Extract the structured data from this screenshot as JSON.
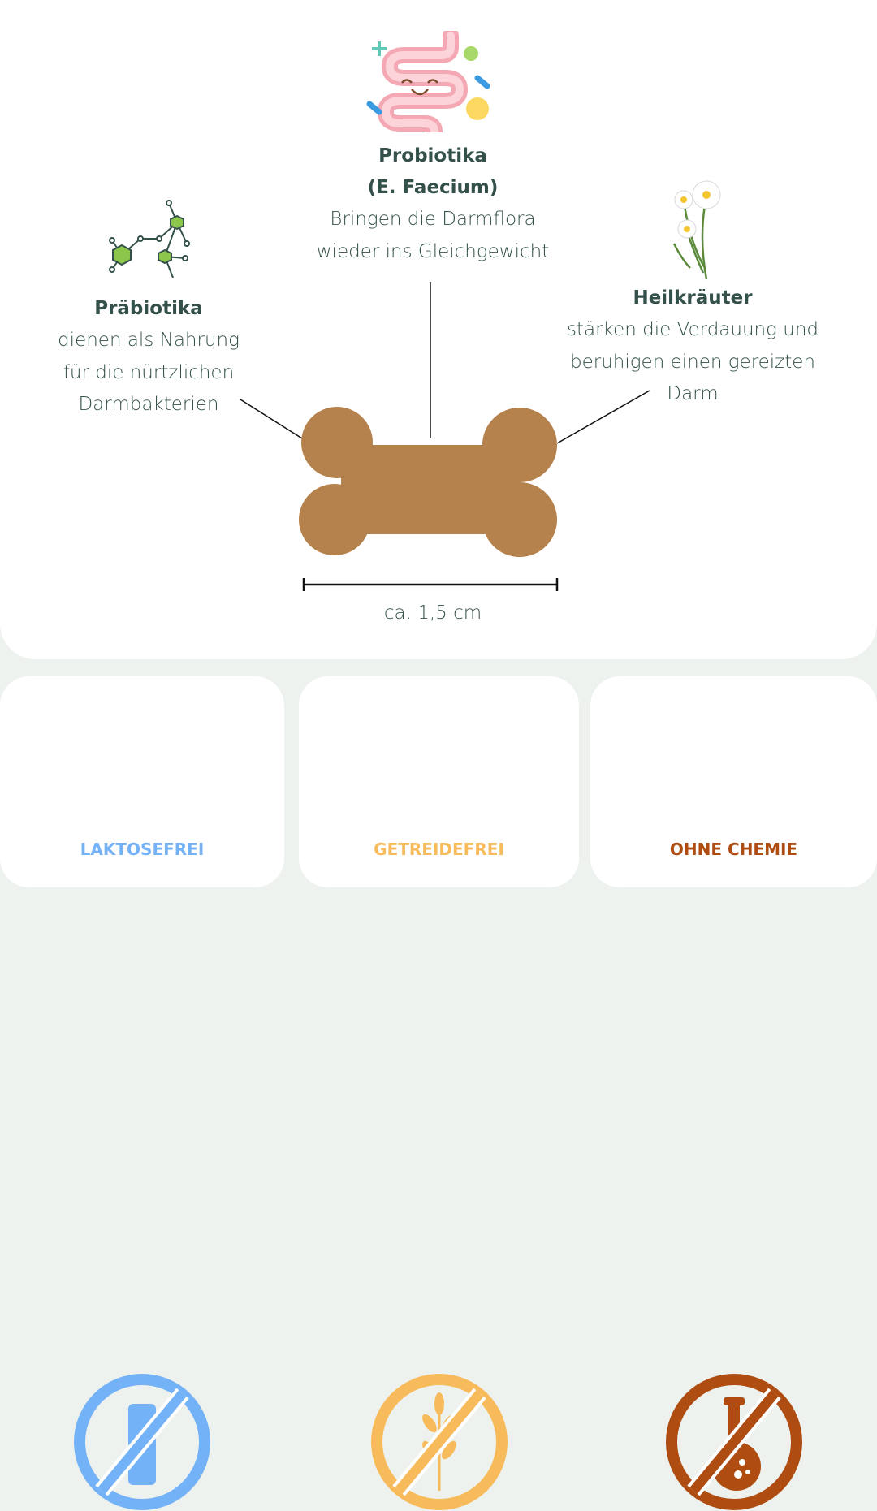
{
  "ingredients": {
    "prebiotics": {
      "title": "Präbiotika",
      "lines": [
        "dienen als Nahrung",
        "für die nürtzlichen",
        "Darmbakterien"
      ],
      "icon": "molecule-icon"
    },
    "probiotics": {
      "title_line1": "Probiotika",
      "title_line2": "(E. Faecium)",
      "lines": [
        "Bringen die Darmflora",
        "wieder ins Gleichgewicht"
      ],
      "icon": "happy-intestine-icon"
    },
    "herbs": {
      "title": "Heilkräuter",
      "lines": [
        "stärken die Verdauung und",
        "beruhigen einen gereizten",
        "Darm"
      ],
      "icon": "chamomile-icon"
    }
  },
  "product": {
    "size_label": "ca. 1,5 cm",
    "image": "bone-treat"
  },
  "badges": [
    {
      "label": "LAKTOSEFREI",
      "icon": "no-milk-icon",
      "color": "#74b2f7"
    },
    {
      "label": "GETREIDEFREI",
      "icon": "no-grain-icon",
      "color": "#f8bb5c"
    },
    {
      "label": "OHNE CHEMIE",
      "icon": "no-chemicals-icon",
      "color": "#ae4c12"
    }
  ],
  "colors": {
    "text": "#34504a",
    "background": "#eef2ee",
    "bone": "#b5814c"
  }
}
